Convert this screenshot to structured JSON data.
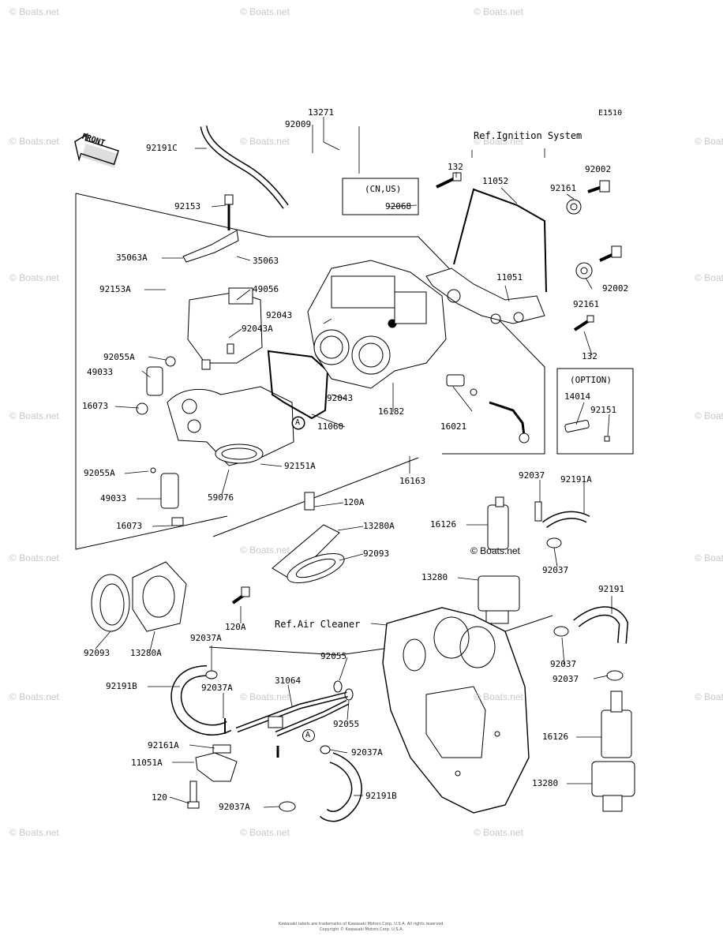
{
  "figure_code": "E1510",
  "front_label": "FRONT",
  "watermark": "© Boats.net",
  "inline_watermark": "© Boats.net",
  "refs": {
    "ignition": "Ref.Ignition System",
    "air_cleaner": "Ref.Air Cleaner"
  },
  "boxes": {
    "cn_us": "(CN,US)",
    "option": "(OPTION)"
  },
  "callout": "A",
  "labels": {
    "p13271": "13271",
    "p92009": "92009",
    "p92191c": "92191C",
    "p92068": "92068",
    "p132_top": "132",
    "p11052": "11052",
    "p92161_top": "92161",
    "p92002_top": "92002",
    "p92153": "92153",
    "p35063a": "35063A",
    "p35063": "35063",
    "p92153a": "92153A",
    "p49056": "49056",
    "p92043": "92043",
    "p92043a": "92043A",
    "p11051": "11051",
    "p92002_mid": "92002",
    "p92161_mid": "92161",
    "p132_mid": "132",
    "p92055a_top": "92055A",
    "p49033_top": "49033",
    "p16073_top": "16073",
    "p92043_low": "92043",
    "p11060": "11060",
    "p16182": "16182",
    "p16021": "16021",
    "p14014": "14014",
    "p92151": "92151",
    "p92151a": "92151A",
    "p92055a_mid": "92055A",
    "p49033_mid": "49033",
    "p16073_mid": "16073",
    "p59076": "59076",
    "p16163": "16163",
    "p120a_top": "120A",
    "p13280a_top": "13280A",
    "p92093_top": "92093",
    "p92037_a": "92037",
    "p92191a": "92191A",
    "p16126_top": "16126",
    "p92037_b": "92037",
    "p13280_top": "13280",
    "p92191": "92191",
    "p120a_low": "120A",
    "p92093_low": "92093",
    "p13280a_low": "13280A",
    "p92037a_1": "92037A",
    "p92055_top": "92055",
    "p31064": "31064",
    "p92037_c": "92037",
    "p92037_d": "92037",
    "p92191b_1": "92191B",
    "p92037a_2": "92037A",
    "p92055_low": "92055",
    "p16126_low": "16126",
    "p92161a": "92161A",
    "p92037a_3": "92037A",
    "p11051a": "11051A",
    "p13280_low": "13280",
    "p120": "120",
    "p92037a_4": "92037A",
    "p92191b_2": "92191B"
  },
  "footer": {
    "line1": "Kawasaki labels are trademarks of Kawasaki Motors Corp. U.S.A. All rights reserved.",
    "line2": "Copyright © Kawasaki Motors Corp. U.S.A."
  }
}
